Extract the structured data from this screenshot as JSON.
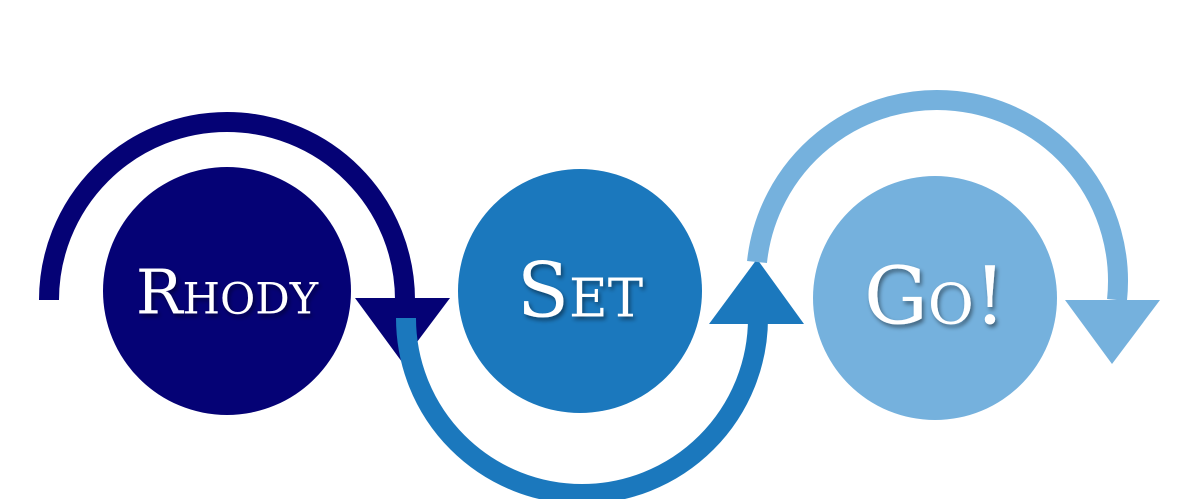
{
  "steps": [
    {
      "label": "Rhody",
      "color": "#050275"
    },
    {
      "label": "Set",
      "color": "#1b78bd"
    },
    {
      "label": "Go!",
      "color": "#75b1dd"
    }
  ]
}
